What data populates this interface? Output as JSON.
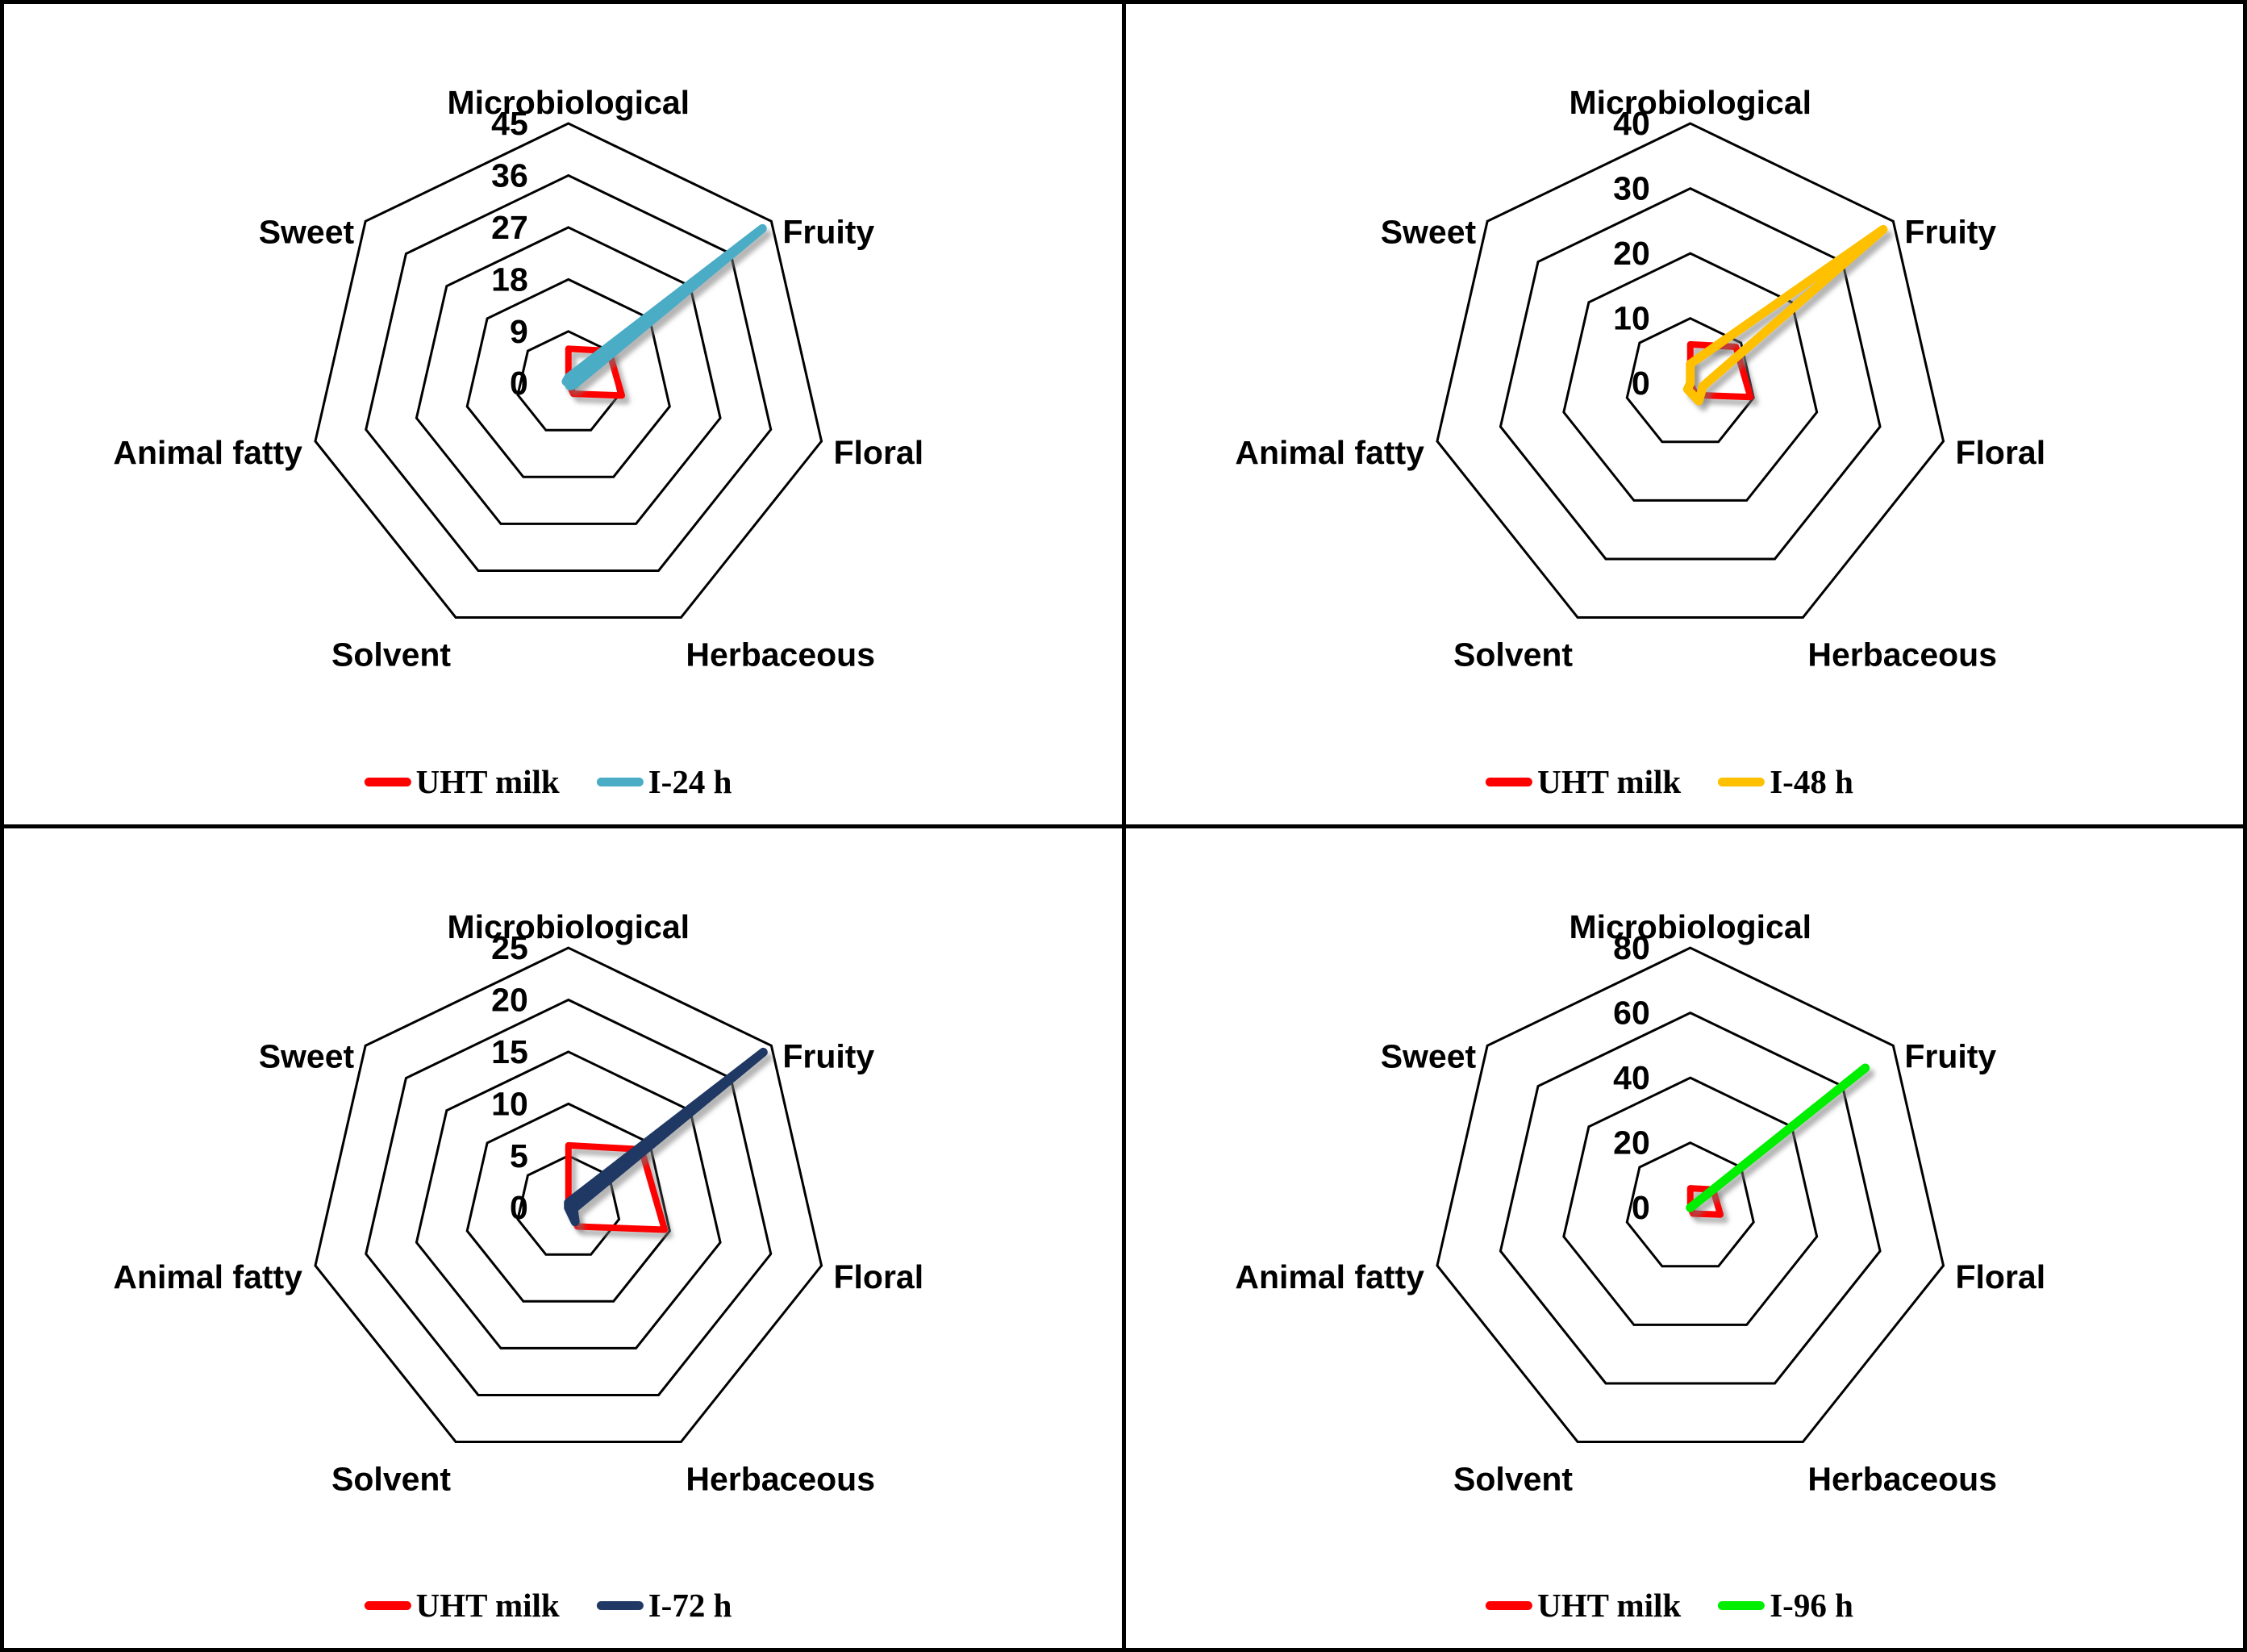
{
  "figure": {
    "background": "#FFFFFF",
    "border_color": "#000000",
    "layout": "2x2-grid",
    "gridline_color": "#000000",
    "text_color": "#000000"
  },
  "chart_data": [
    {
      "type": "radar",
      "position": "top-left",
      "categories": [
        "Microbiological",
        "Fruity",
        "Floral",
        "Herbaceous",
        "Solvent",
        "Animal fatty",
        "Sweet"
      ],
      "axis": {
        "min": 0,
        "max": 45,
        "step": 9,
        "rings": 5,
        "tick_labels": [
          "45",
          "36",
          "27",
          "18",
          "9",
          "0"
        ],
        "grid_shape": "heptagon",
        "grid": true,
        "spokes": false
      },
      "series": [
        {
          "name": "UHT milk",
          "color": "#FF0000",
          "stroke_width": 8,
          "values": [
            6,
            9,
            9.5,
            2,
            0,
            0,
            0
          ]
        },
        {
          "name": "I-24 h",
          "color": "#4BACC6",
          "stroke_width": 11,
          "values": [
            1,
            43,
            1,
            0.5,
            0,
            0,
            0.5
          ]
        }
      ],
      "legend": {
        "position": "bottom",
        "entries": [
          "UHT milk",
          "I-24 h"
        ]
      }
    },
    {
      "type": "radar",
      "position": "top-right",
      "categories": [
        "Microbiological",
        "Fruity",
        "Floral",
        "Herbaceous",
        "Solvent",
        "Animal fatty",
        "Sweet"
      ],
      "axis": {
        "min": 0,
        "max": 40,
        "step": 10,
        "rings": 4,
        "tick_labels": [
          "40",
          "30",
          "20",
          "10",
          "0"
        ],
        "grid_shape": "heptagon",
        "grid": true,
        "spokes": false
      },
      "series": [
        {
          "name": "UHT milk",
          "color": "#FF0000",
          "stroke_width": 8,
          "values": [
            6,
            9,
            9.5,
            2,
            0,
            0,
            0
          ]
        },
        {
          "name": "I-48 h",
          "color": "#FFC000",
          "stroke_width": 11,
          "values": [
            3,
            38,
            2,
            3,
            1,
            0,
            0
          ]
        }
      ],
      "legend": {
        "position": "bottom",
        "entries": [
          "UHT milk",
          "I-48 h"
        ]
      }
    },
    {
      "type": "radar",
      "position": "bottom-left",
      "categories": [
        "Microbiological",
        "Fruity",
        "Floral",
        "Herbaceous",
        "Solvent",
        "Animal fatty",
        "Sweet"
      ],
      "axis": {
        "min": 0,
        "max": 25,
        "step": 5,
        "rings": 5,
        "tick_labels": [
          "25",
          "20",
          "15",
          "10",
          "5",
          "0"
        ],
        "grid_shape": "heptagon",
        "grid": true,
        "spokes": false
      },
      "series": [
        {
          "name": "UHT milk",
          "color": "#FF0000",
          "stroke_width": 8,
          "values": [
            6,
            9,
            9.5,
            2,
            0,
            0,
            0
          ]
        },
        {
          "name": "I-72 h",
          "color": "#1F3864",
          "stroke_width": 11,
          "values": [
            0.5,
            24,
            0.5,
            1.5,
            0,
            0,
            0
          ]
        }
      ],
      "legend": {
        "position": "bottom",
        "entries": [
          "UHT milk",
          "I-72 h"
        ]
      }
    },
    {
      "type": "radar",
      "position": "bottom-right",
      "categories": [
        "Microbiological",
        "Fruity",
        "Floral",
        "Herbaceous",
        "Solvent",
        "Animal fatty",
        "Sweet"
      ],
      "axis": {
        "min": 0,
        "max": 80,
        "step": 20,
        "rings": 4,
        "tick_labels": [
          "80",
          "60",
          "40",
          "20",
          "0"
        ],
        "grid_shape": "heptagon",
        "grid": true,
        "spokes": false
      },
      "series": [
        {
          "name": "UHT milk",
          "color": "#FF0000",
          "stroke_width": 8,
          "values": [
            6,
            9,
            9.5,
            2,
            0,
            0,
            0
          ]
        },
        {
          "name": "I-96 h",
          "color": "#00EE00",
          "stroke_width": 11,
          "values": [
            0,
            69,
            0,
            0,
            0,
            0,
            0
          ]
        }
      ],
      "legend": {
        "position": "bottom",
        "entries": [
          "UHT milk",
          "I-96 h"
        ]
      }
    }
  ]
}
